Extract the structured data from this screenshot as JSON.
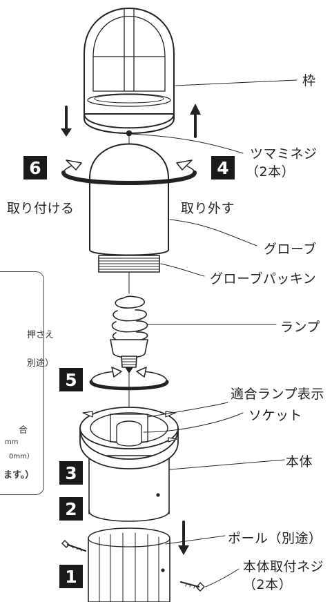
{
  "labels": {
    "frame": "枠",
    "knob_screw": "ツマミネジ",
    "knob_screw_qty": "（2本）",
    "glove": "グローブ",
    "glove_packing": "グローブパッキン",
    "lamp": "ランプ",
    "compatible_lamp": "適合ランプ表示",
    "socket": "ソケット",
    "body": "本体",
    "pole": "ポール（別途）",
    "mount_screw": "本体取付ネジ",
    "mount_screw_qty": "（2本）"
  },
  "actions": {
    "attach": "取り付ける",
    "remove": "取り外す"
  },
  "steps": {
    "s1": "1",
    "s2": "2",
    "s3": "3",
    "s4": "4",
    "s5": "5",
    "s6": "6"
  },
  "note_fragments": {
    "line1": "押さえ",
    "line2": "別途）",
    "line3": "合",
    "line4": "mm",
    "line5": "0mm）",
    "line6": "ます。）"
  },
  "colors": {
    "ink": "#222222",
    "badge": "#1a1a1a",
    "fill": "#ffffff"
  }
}
